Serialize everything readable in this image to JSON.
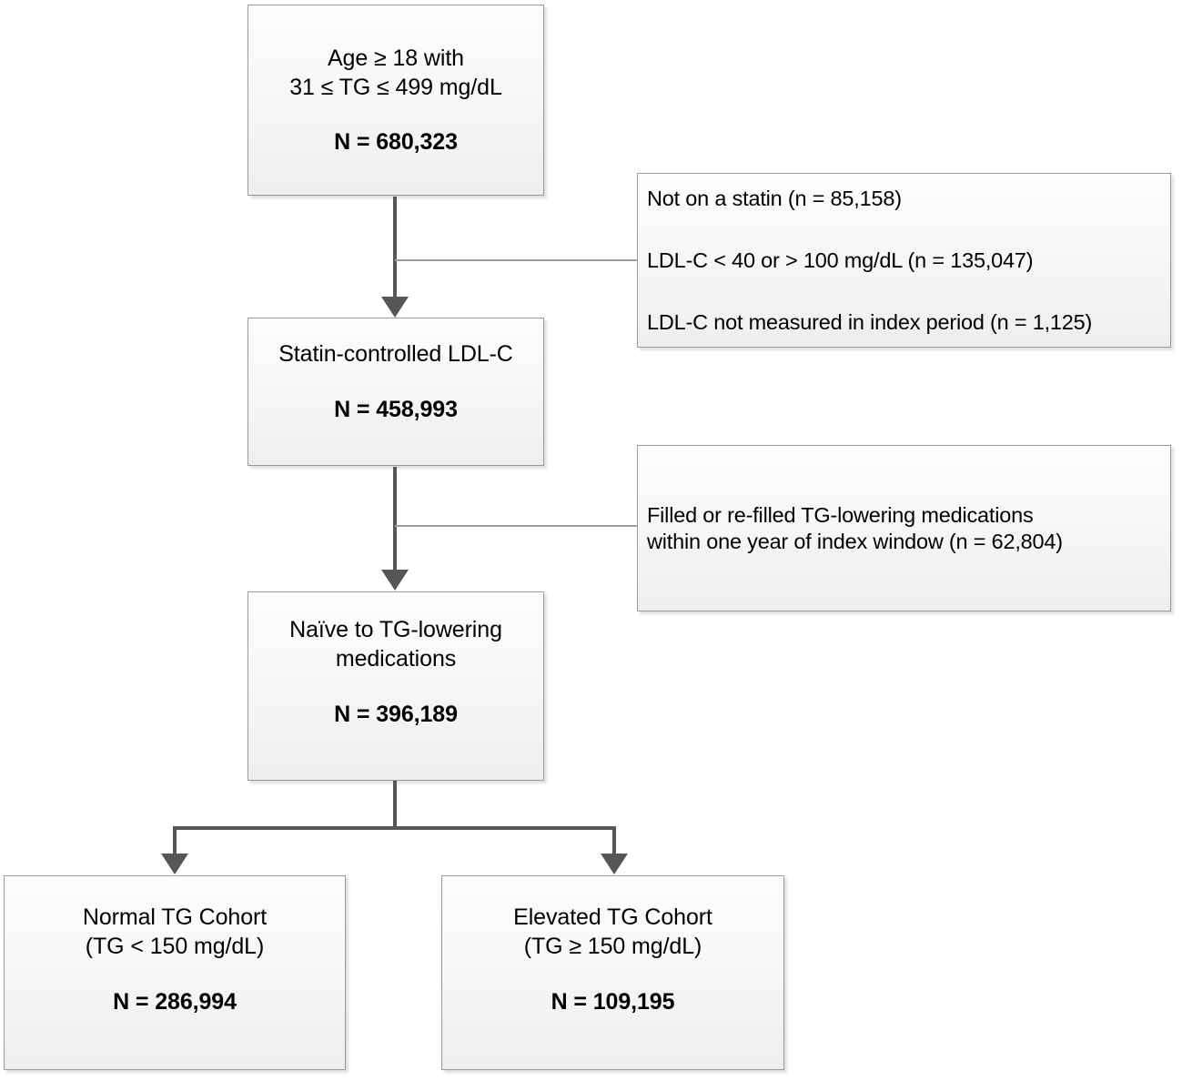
{
  "diagram": {
    "type": "cohort-selection-flow-diagram",
    "nodes": {
      "eligible": {
        "title": "Age ≥ 18 with\n31 ≤ TG ≤ 499 mg/dL",
        "count": "N = 680,323"
      },
      "statin_controlled": {
        "title": "Statin-controlled LDL-C",
        "count": "N = 458,993"
      },
      "naive": {
        "title": "Naïve to TG-lowering\nmedications",
        "count": "N = 396,189"
      },
      "normal_cohort": {
        "title": "Normal TG Cohort\n(TG < 150 mg/dL)",
        "count": "N = 286,994"
      },
      "elevated_cohort": {
        "title": "Elevated TG Cohort\n(TG ≥ 150 mg/dL)",
        "count": "N = 109,195"
      }
    },
    "exclusions": {
      "step_one": {
        "line_1": "Not on a statin (n = 85,158)",
        "line_2": "LDL-C < 40 or > 100 mg/dL (n = 135,047)",
        "line_3": "LDL-C not measured in index period (n = 1,125)"
      },
      "step_two": {
        "line_1": "Filled or re-filled TG-lowering medications\nwithin one year of index window (n = 62,804)"
      }
    },
    "colors": {
      "box_border": "#9a9a9a",
      "box_fill": "#f5f5f5",
      "connector": "#565656",
      "thin_connector": "#9d9d9d",
      "text": "#000000"
    }
  }
}
